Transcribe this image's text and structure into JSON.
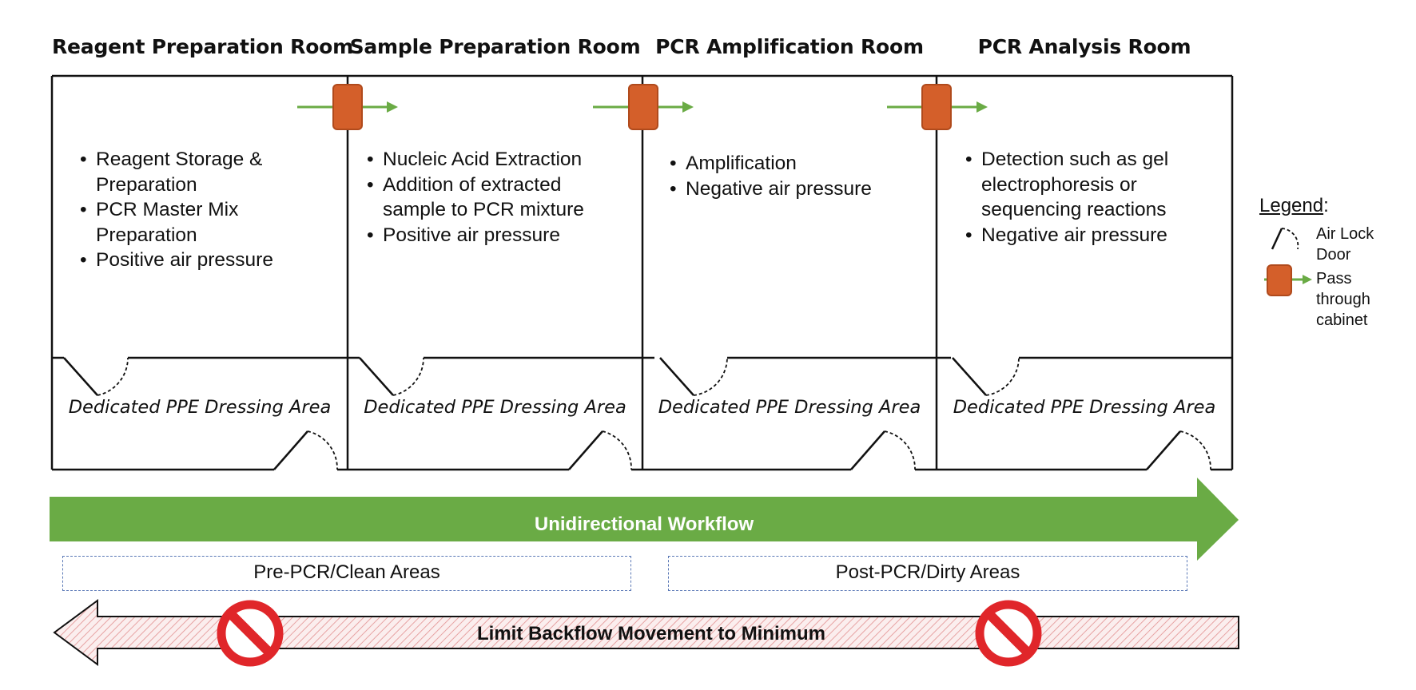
{
  "rooms": [
    {
      "title": "Reagent Preparation Room",
      "bullets": [
        "Reagent Storage & Preparation",
        "PCR Master Mix Preparation",
        "Positive air pressure"
      ],
      "ppe_label": "Dedicated PPE Dressing Area"
    },
    {
      "title": "Sample Preparation Room",
      "bullets": [
        "Nucleic Acid Extraction",
        "Addition of extracted sample to PCR mixture",
        "Positive air pressure"
      ],
      "ppe_label": "Dedicated PPE Dressing Area"
    },
    {
      "title": "PCR Amplification Room",
      "bullets": [
        "Amplification",
        "Negative air pressure"
      ],
      "ppe_label": "Dedicated PPE Dressing Area"
    },
    {
      "title": "PCR Analysis Room",
      "bullets": [
        "Detection such as gel electrophoresis or sequencing reactions",
        "Negative air pressure"
      ],
      "ppe_label": "Dedicated PPE Dressing Area"
    }
  ],
  "workflow": {
    "label": "Unidirectional Workflow",
    "color": "#6aab45"
  },
  "zones": {
    "pre": "Pre-PCR/Clean Areas",
    "post": "Post-PCR/Dirty Areas"
  },
  "backflow": {
    "label": "Limit Backflow Movement to Minimum",
    "icon": "prohibited-icon",
    "icon_color": "#e0262a"
  },
  "legend": {
    "title": "Legend",
    "title_suffix": ":",
    "airlock_label": "Air Lock Door",
    "cabinet_label": "Pass through cabinet",
    "cabinet_color": "#d45f2a"
  }
}
